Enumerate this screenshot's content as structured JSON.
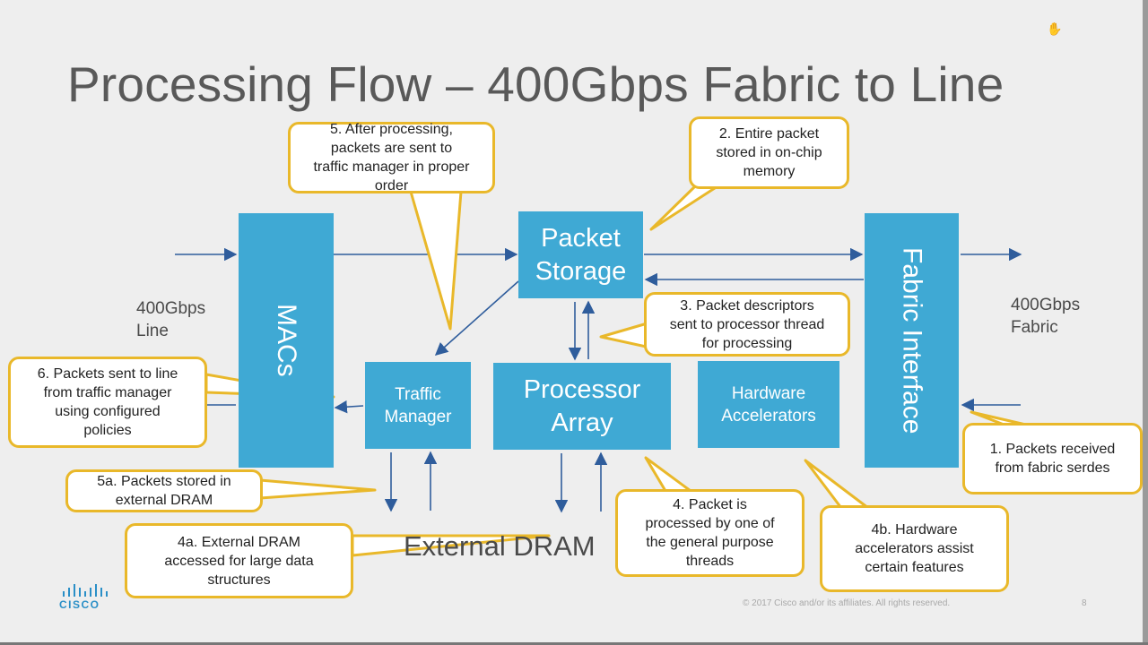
{
  "title": "Processing Flow – 400Gbps Fabric to Line",
  "blocks": {
    "macs": "MACs",
    "packet_storage": [
      "Packet",
      "Storage"
    ],
    "traffic_manager": [
      "Traffic",
      "Manager"
    ],
    "processor_array": [
      "Processor",
      "Array"
    ],
    "hardware_accelerators": [
      "Hardware",
      "Accelerators"
    ],
    "fabric_interface": "Fabric Interface"
  },
  "side_labels": {
    "line": [
      "400Gbps",
      "Line"
    ],
    "fabric": [
      "400Gbps",
      "Fabric"
    ]
  },
  "external_dram": "External DRAM",
  "callouts": {
    "c1": [
      "1. Packets received",
      "from fabric serdes"
    ],
    "c2": [
      "2. Entire packet",
      "stored in on-chip",
      "memory"
    ],
    "c3": [
      "3. Packet descriptors",
      "sent to processor thread",
      "for processing"
    ],
    "c4": [
      "4. Packet is",
      "processed by one of",
      "the general purpose",
      "threads"
    ],
    "c4a": [
      "4a. External DRAM",
      "accessed for large data",
      "structures"
    ],
    "c4b": [
      "4b. Hardware",
      "accelerators assist",
      "certain features"
    ],
    "c5": [
      "5. After processing,",
      "packets are sent to",
      "traffic manager in proper",
      "order"
    ],
    "c5a": [
      "5a. Packets stored in",
      "external DRAM"
    ],
    "c6": [
      "6. Packets sent to line",
      "from traffic manager",
      "using configured",
      "policies"
    ]
  },
  "footer": {
    "copyright": "© 2017  Cisco and/or its affiliates. All rights reserved.",
    "page": "8",
    "logo_word": "CISCO"
  },
  "colors": {
    "block": "#3fa9d4",
    "callout_border": "#e9b82a",
    "arrow": "#2f5d9c",
    "title": "#595959"
  },
  "icons": [
    "hand-cursor-icon",
    "cisco-logo-icon"
  ]
}
